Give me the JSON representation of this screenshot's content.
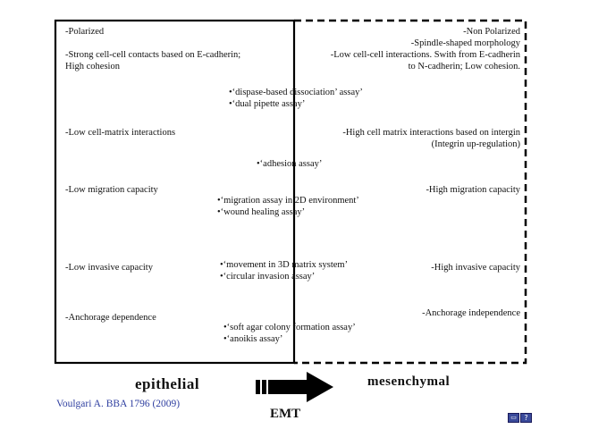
{
  "epithelial_traits": {
    "polarized": "-Polarized",
    "contacts_line1": "-Strong cell-cell contacts based on E-cadherin;",
    "contacts_line2": "High cohesion",
    "matrix": "-Low cell-matrix interactions",
    "migration": "-Low migration capacity",
    "invasive": "-Low invasive capacity",
    "anchorage": "-Anchorage dependence"
  },
  "mesenchymal_traits": {
    "polarized": "-Non Polarized",
    "morphology": "-Spindle-shaped morphology",
    "contacts_line1": "-Low cell-cell interactions. Swith from E-cadherin",
    "contacts_line2": "to N-cadherin; Low cohesion.",
    "matrix_line1": "-High cell matrix interactions based on intergin",
    "matrix_line2": "(Integrin up-regulation)",
    "migration": "-High migration capacity",
    "invasive": "-High invasive capacity",
    "anchorage": "-Anchorage independence"
  },
  "assays": {
    "dispase": "•‘dispase-based dissociation’ assay’",
    "dual_pipette": "•‘dual pipette assay’",
    "adhesion": "•‘adhesion assay’",
    "migration_2d": "•‘migration assay in 2D environment’",
    "wound_healing": "•‘wound healing assay’",
    "movement_3d": "•‘movement in 3D matrix system’",
    "circular_invasion": "•‘circular invasion assay’",
    "soft_agar": "•‘soft agar colony formation assay’",
    "anoikis": "•‘anoikis assay’"
  },
  "labels": {
    "epithelial": "epithelial",
    "mesenchymal": "mesenchymal",
    "emt": "EMT",
    "citation": "Voulgari  A. BBA 1796 (2009)"
  },
  "icons": {
    "arrow": "right-arrow-icon",
    "nav_left": "keyboard-icon",
    "nav_right": "help-icon"
  },
  "colors": {
    "citation": "#2f3fa0",
    "nav_button": "#3a4a9a"
  }
}
